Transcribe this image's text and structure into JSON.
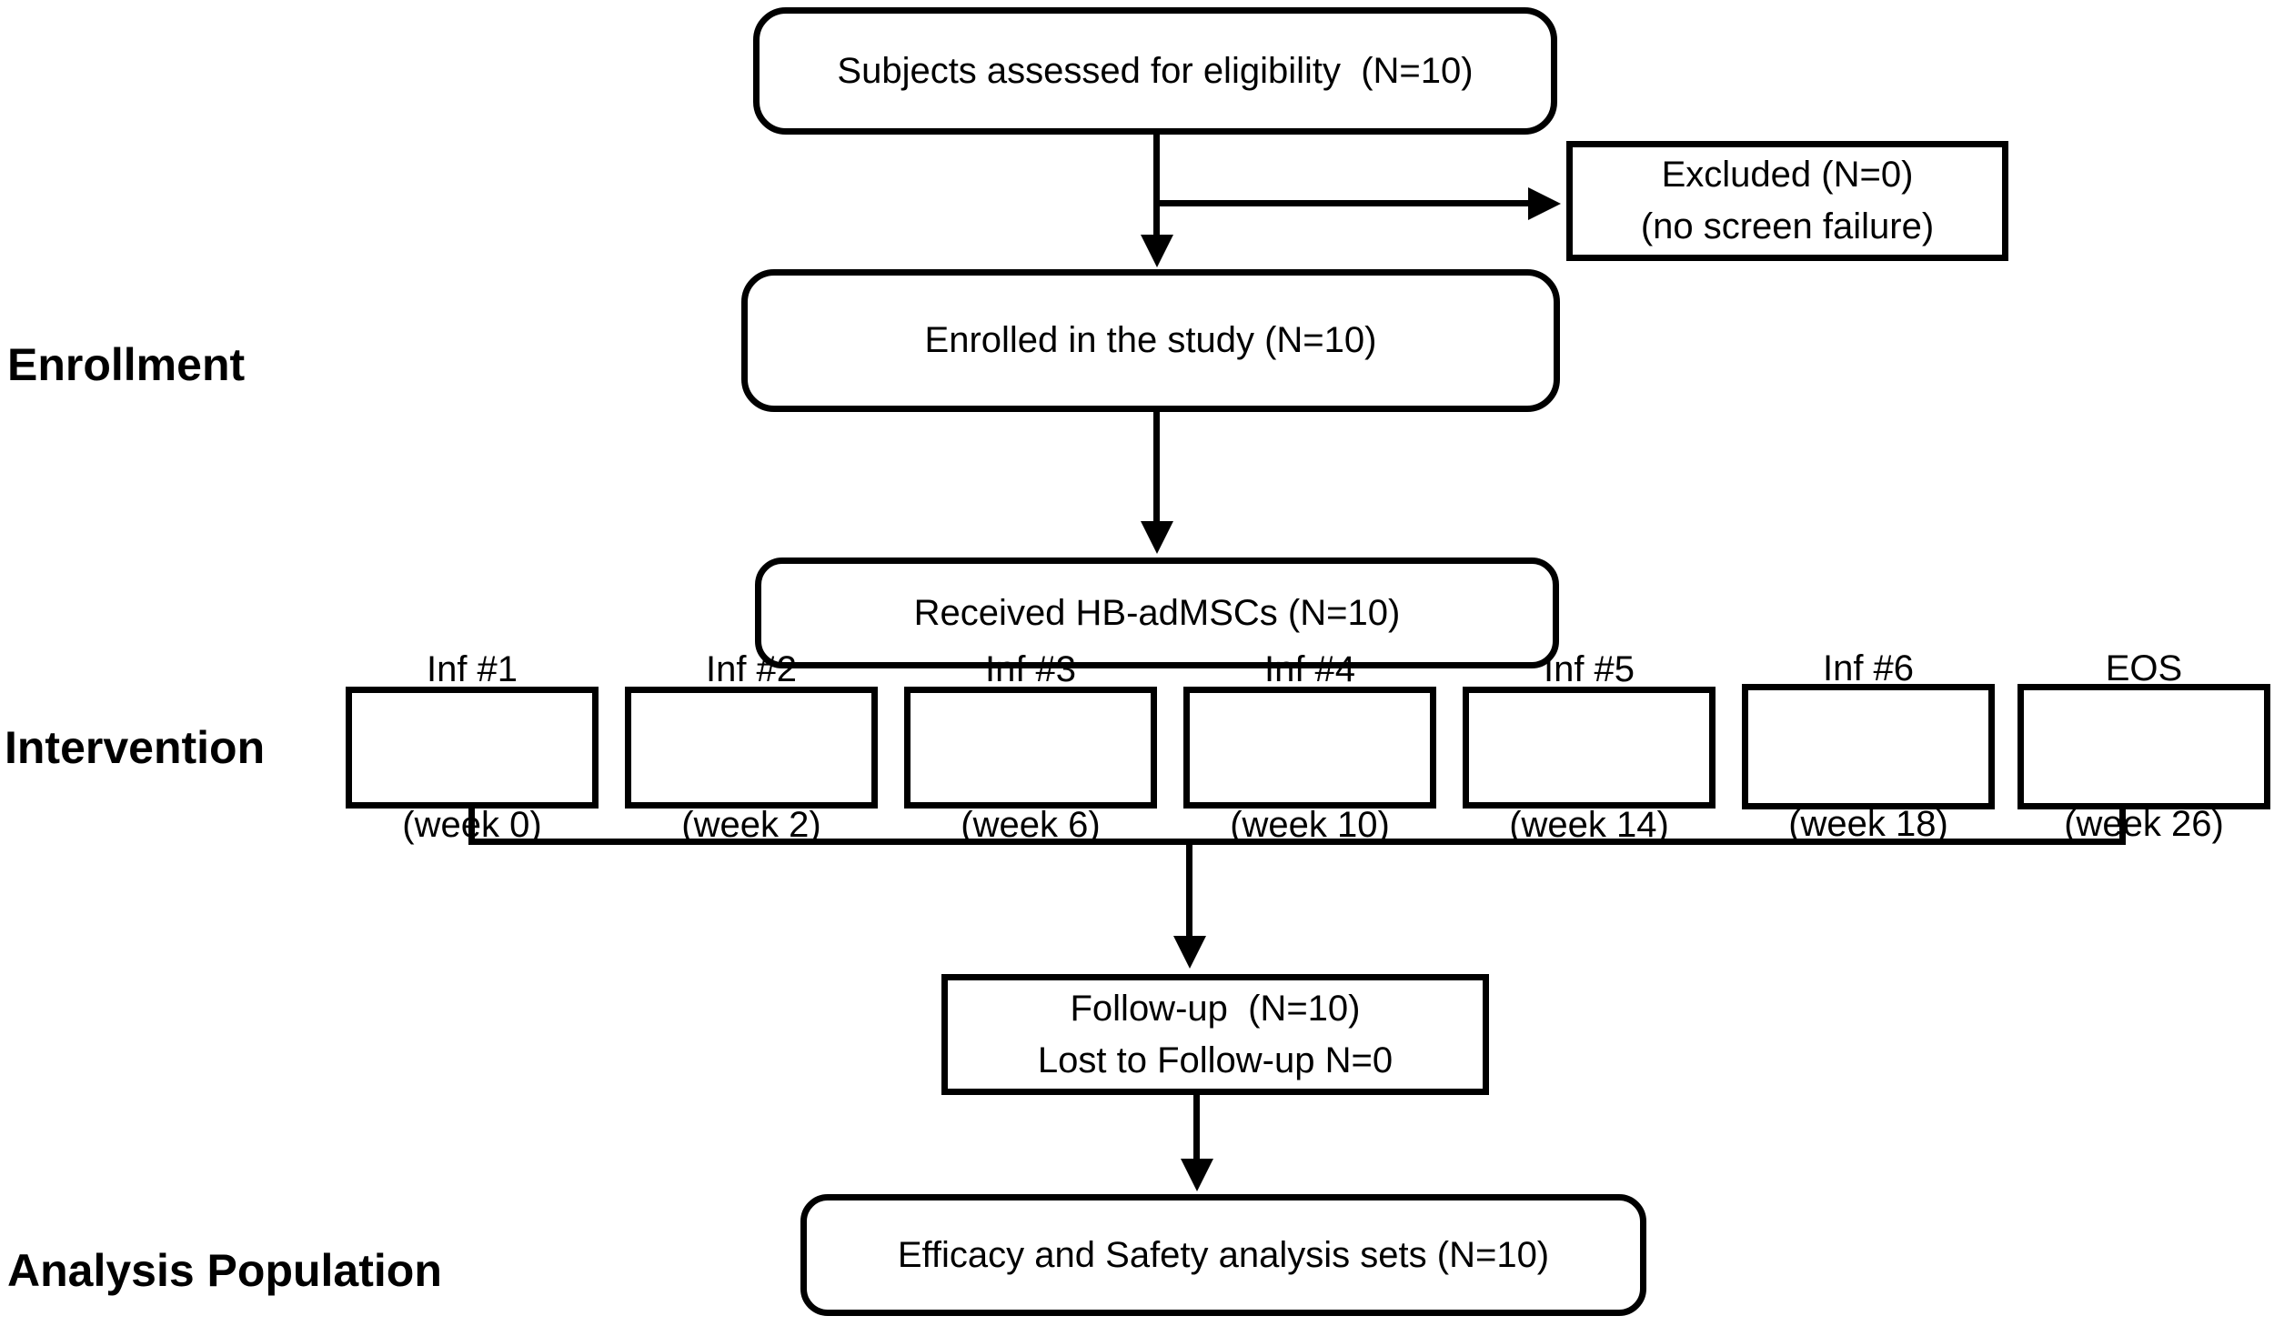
{
  "stages": {
    "enrollment_label": "Enrollment",
    "intervention_label": "Intervention",
    "analysis_label": "Analysis Population"
  },
  "boxes": {
    "eligibility": "Subjects assessed for eligibility  (N=10)",
    "excluded": "Excluded (N=0)\n(no screen failure)",
    "enrolled": "Enrolled in the study (N=10)",
    "received": "Received HB-adMSCs (N=10)",
    "follow_up": "Follow-up  (N=10)\nLost to Follow-up N=0",
    "analysis_sets": "Efficacy and Safety analysis sets (N=10)"
  },
  "intervention": {
    "boxes": [
      {
        "label": "Inf #1",
        "timing": "(week 0)"
      },
      {
        "label": "Inf #2",
        "timing": "(week 2)"
      },
      {
        "label": "Inf #3",
        "timing": "(week 6)"
      },
      {
        "label": "Inf #4",
        "timing": "(week 10)"
      },
      {
        "label": "Inf #5",
        "timing": "(week 14)"
      },
      {
        "label": "Inf #6",
        "timing": "(week 18)"
      },
      {
        "label": "EOS",
        "timing": "(week 26)"
      }
    ]
  },
  "colors": {
    "line": "#000000",
    "background": "#ffffff",
    "text": "#000000"
  }
}
